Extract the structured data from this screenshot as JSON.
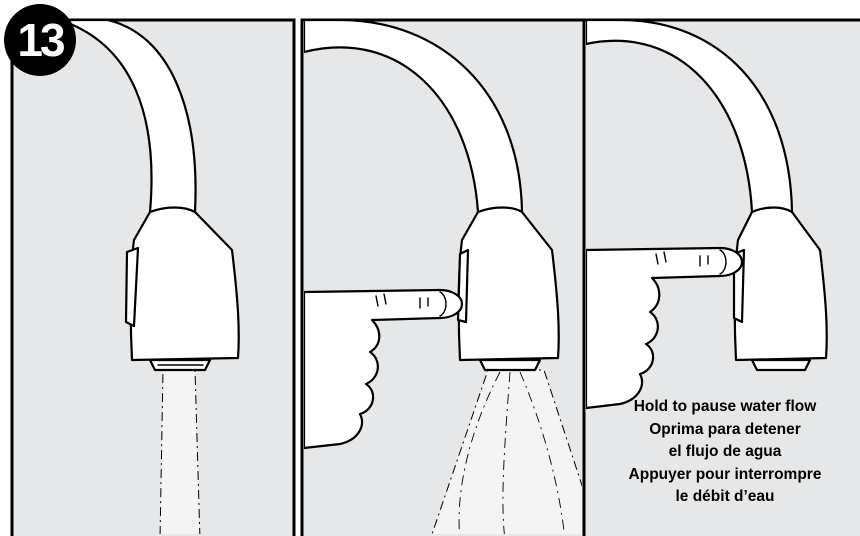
{
  "step": {
    "number": "13"
  },
  "panels": [
    {
      "name": "water-flowing"
    },
    {
      "name": "press-spray-button"
    },
    {
      "name": "hold-to-pause"
    }
  ],
  "caption": {
    "lines": [
      "Hold to pause water flow",
      "Oprima para detener",
      "el flujo de agua",
      "Appuyer pour interrompre",
      "le débit d’eau"
    ]
  }
}
